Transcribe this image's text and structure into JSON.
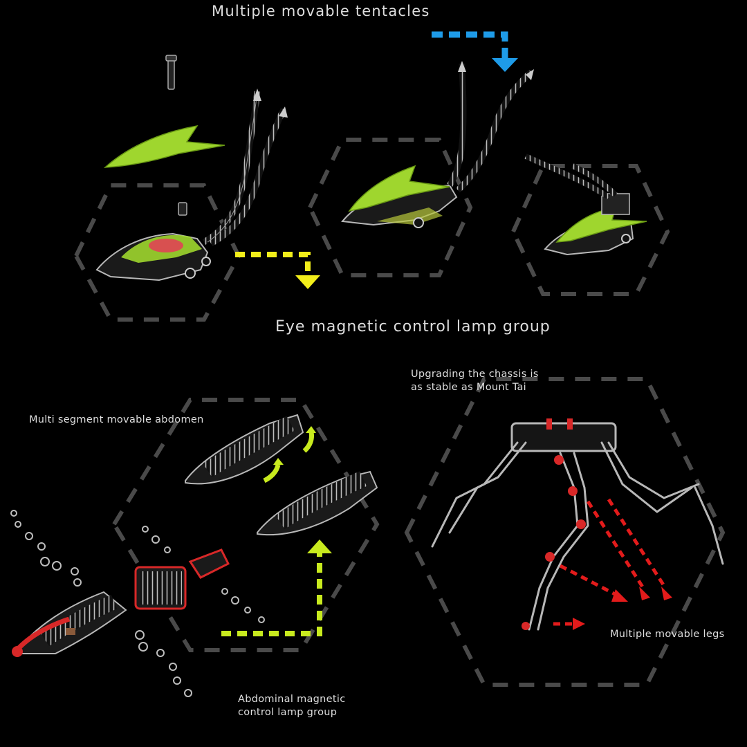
{
  "labels": {
    "tentacles": "Multiple movable tentacles",
    "eye_lamp": "Eye magnetic control lamp group",
    "chassis": "Upgrading the chassis is\nas stable as Mount Tai",
    "abdomen": "Multi segment movable abdomen",
    "legs": "Multiple movable legs",
    "abdominal_lamp": "Abdominal magnetic\ncontrol lamp group"
  },
  "colors": {
    "background": "#000000",
    "text": "#dedede",
    "hex_dash": "#4a4a4a",
    "arrow_blue": "#1e9be8",
    "arrow_yellow": "#f2ee1a",
    "arrow_lime": "#c8ea1e",
    "arrow_red": "#e31b1b",
    "shell_green": "#9fd62e",
    "accent_red": "#d82828",
    "outline": "#b8b8b8"
  },
  "icons": {
    "blue_arrow": "arrow-down-icon",
    "yellow_arrow": "arrow-down-icon",
    "lime_arrow": "arrow-up-icon",
    "red_arrows": "arrow-right-icon",
    "curved_arrows": "curved-arrow-icon"
  }
}
